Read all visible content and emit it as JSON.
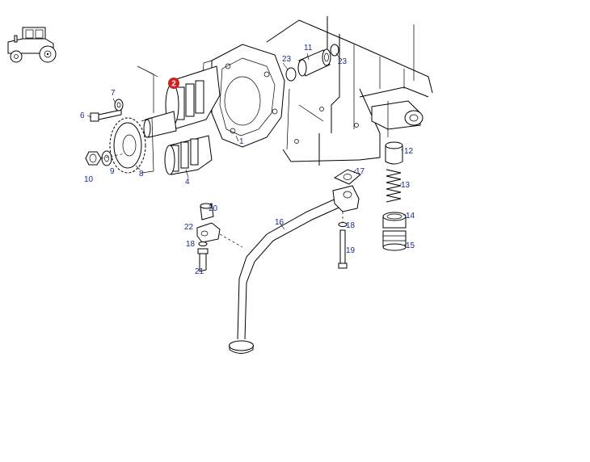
{
  "colors": {
    "callout_text": "#1a2a8a",
    "highlight_badge": "#d0201c",
    "line": "#000000",
    "background": "#ffffff"
  },
  "icons": {
    "tractor": "tractor-icon"
  },
  "highlight": {
    "label": "2"
  },
  "callouts": [
    {
      "id": "c1",
      "label": "1"
    },
    {
      "id": "c4",
      "label": "4"
    },
    {
      "id": "c6",
      "label": "6"
    },
    {
      "id": "c7",
      "label": "7"
    },
    {
      "id": "c8",
      "label": "8"
    },
    {
      "id": "c9",
      "label": "9"
    },
    {
      "id": "c10",
      "label": "10"
    },
    {
      "id": "c11",
      "label": "11"
    },
    {
      "id": "c12",
      "label": "12"
    },
    {
      "id": "c13",
      "label": "13"
    },
    {
      "id": "c14",
      "label": "14"
    },
    {
      "id": "c15",
      "label": "15"
    },
    {
      "id": "c16",
      "label": "16"
    },
    {
      "id": "c17",
      "label": "17"
    },
    {
      "id": "c18a",
      "label": "18"
    },
    {
      "id": "c18b",
      "label": "18"
    },
    {
      "id": "c19",
      "label": "19"
    },
    {
      "id": "c20",
      "label": "20"
    },
    {
      "id": "c21",
      "label": "21"
    },
    {
      "id": "c22",
      "label": "22"
    },
    {
      "id": "c23a",
      "label": "23"
    },
    {
      "id": "c23b",
      "label": "23"
    }
  ]
}
